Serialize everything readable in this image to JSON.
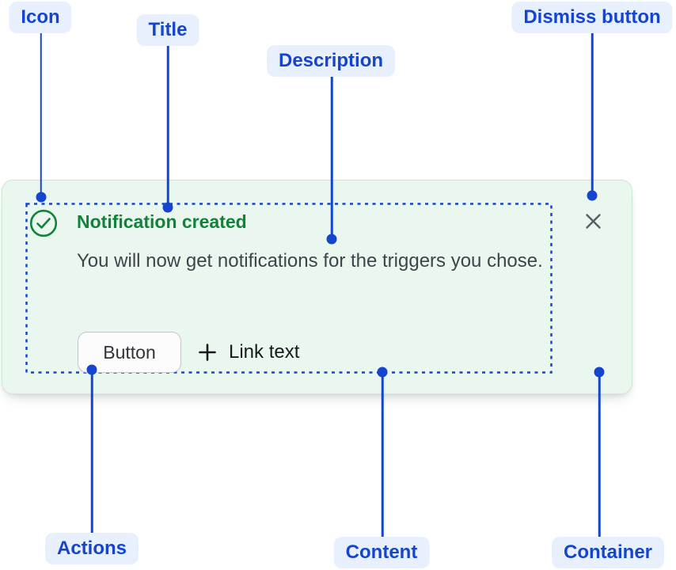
{
  "colors": {
    "accent": "#1545CE",
    "pill_bg": "#E9F0FD",
    "card_bg": "#E9F7EE",
    "card_border": "#CBE8D5",
    "success": "#12823A",
    "desc_text": "#3F434A",
    "link_text": "#17191D",
    "dismiss": "#565D63",
    "button_text": "#30343A",
    "button_border": "#C2C5CB",
    "button_bg": "#FCFCFC"
  },
  "annotations": {
    "icon": "Icon",
    "title": "Title",
    "description": "Description",
    "dismiss_button": "Dismiss button",
    "actions": "Actions",
    "content": "Content",
    "container": "Container"
  },
  "notification": {
    "title": "Notification created",
    "description": "You will now get notifications for the triggers you chose.",
    "button_label": "Button",
    "link_label": "Link text",
    "status_icon": "success-check-icon",
    "link_icon": "plus-icon",
    "dismiss_icon": "close-icon"
  }
}
